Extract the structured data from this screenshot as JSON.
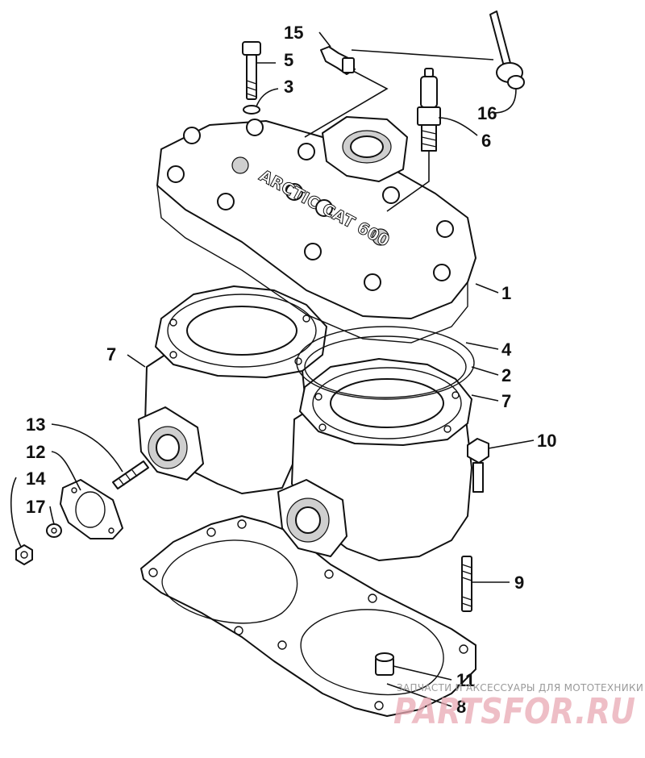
{
  "callouts": [
    "1",
    "2",
    "3",
    "4",
    "5",
    "6",
    "7",
    "7",
    "8",
    "9",
    "10",
    "11",
    "12",
    "13",
    "14",
    "15",
    "16",
    "17"
  ],
  "watermark": {
    "caption": "ЗАПЧАСТИ И АКСЕССУАРЫ ДЛЯ МОТОТЕХНИКИ",
    "logo": "PARTSFOR.RU"
  },
  "head_marking": "ARCTIC CAT 600",
  "colors": {
    "line": "#111111",
    "shade": "#cfcfcf",
    "watermark": "#e9a9b3"
  }
}
